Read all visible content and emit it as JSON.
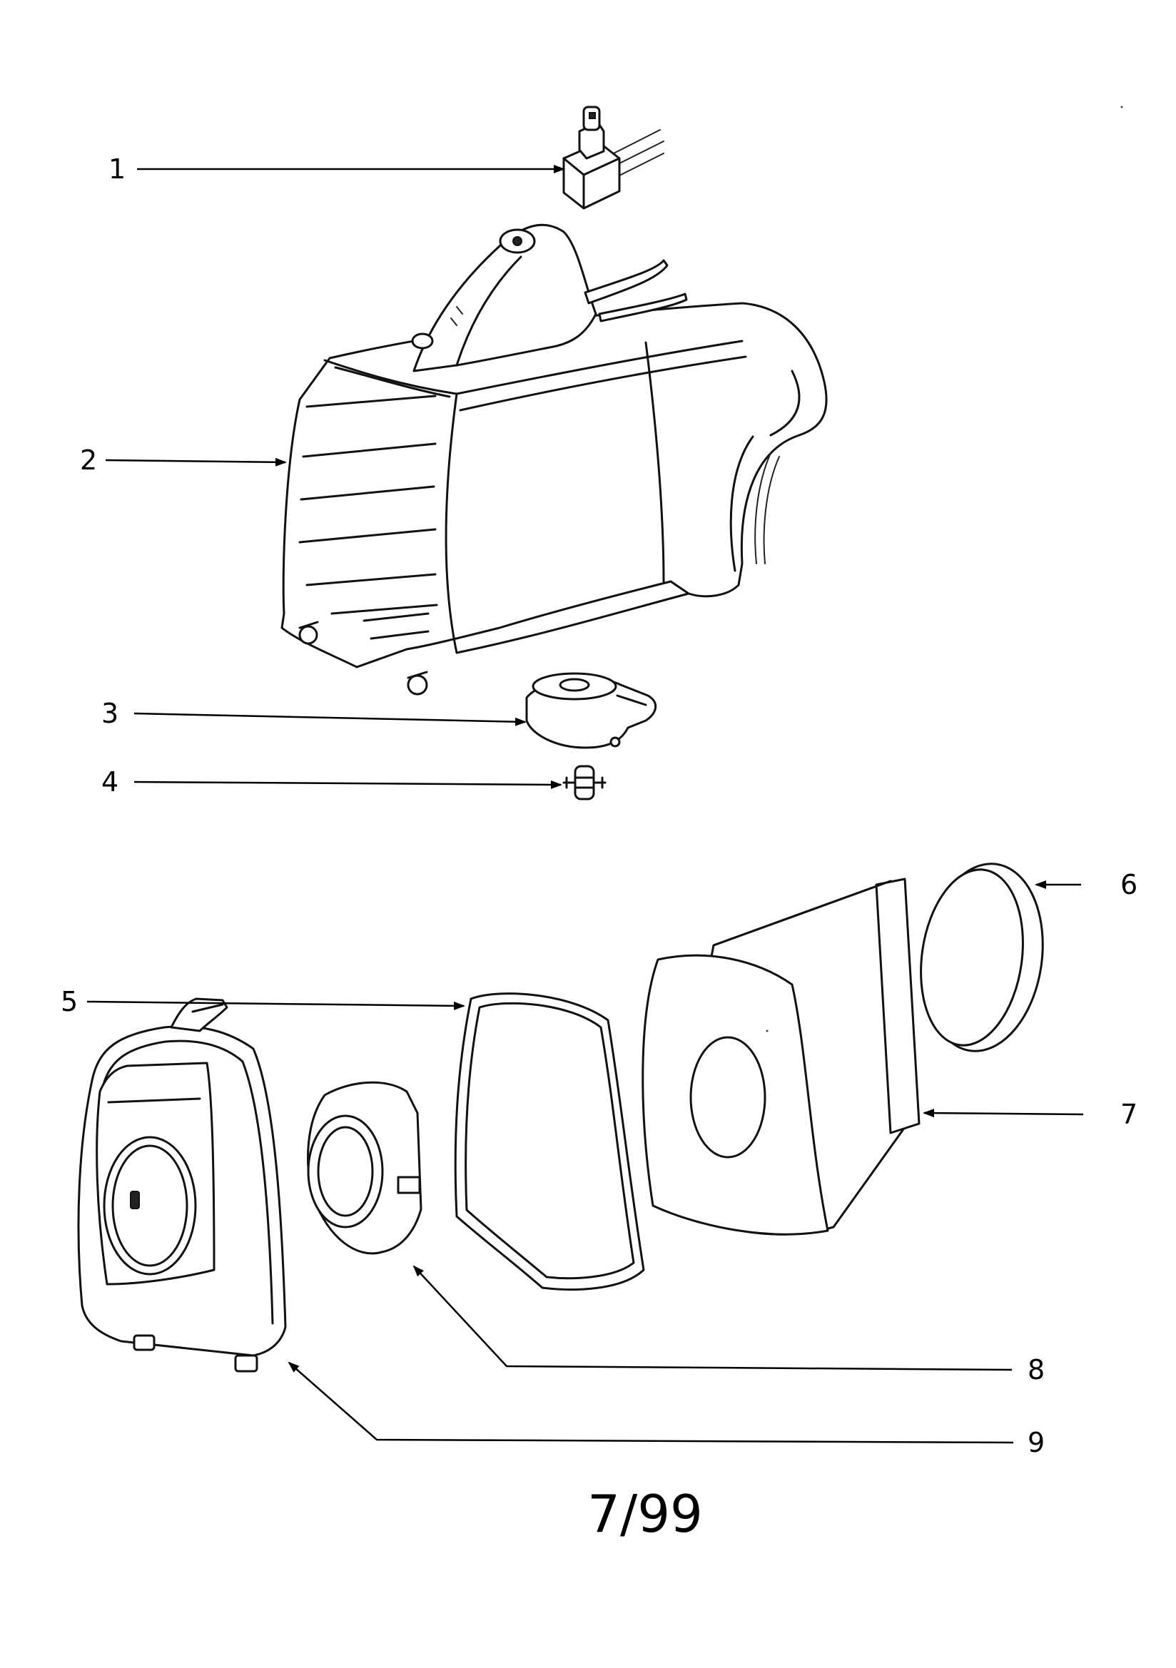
{
  "parts": [
    {
      "num": "1",
      "icon": "power-cord-plug-icon"
    },
    {
      "num": "2",
      "icon": "canister-body-icon"
    },
    {
      "num": "3",
      "icon": "caster-housing-icon"
    },
    {
      "num": "4",
      "icon": "caster-wheel-icon"
    },
    {
      "num": "5",
      "icon": "gasket-seal-icon"
    },
    {
      "num": "6",
      "icon": "round-filter-icon"
    },
    {
      "num": "7",
      "icon": "dust-bag-icon"
    },
    {
      "num": "8",
      "icon": "hose-connector-ring-icon"
    },
    {
      "num": "9",
      "icon": "front-cover-icon"
    }
  ],
  "footer": {
    "code": "7/99"
  }
}
